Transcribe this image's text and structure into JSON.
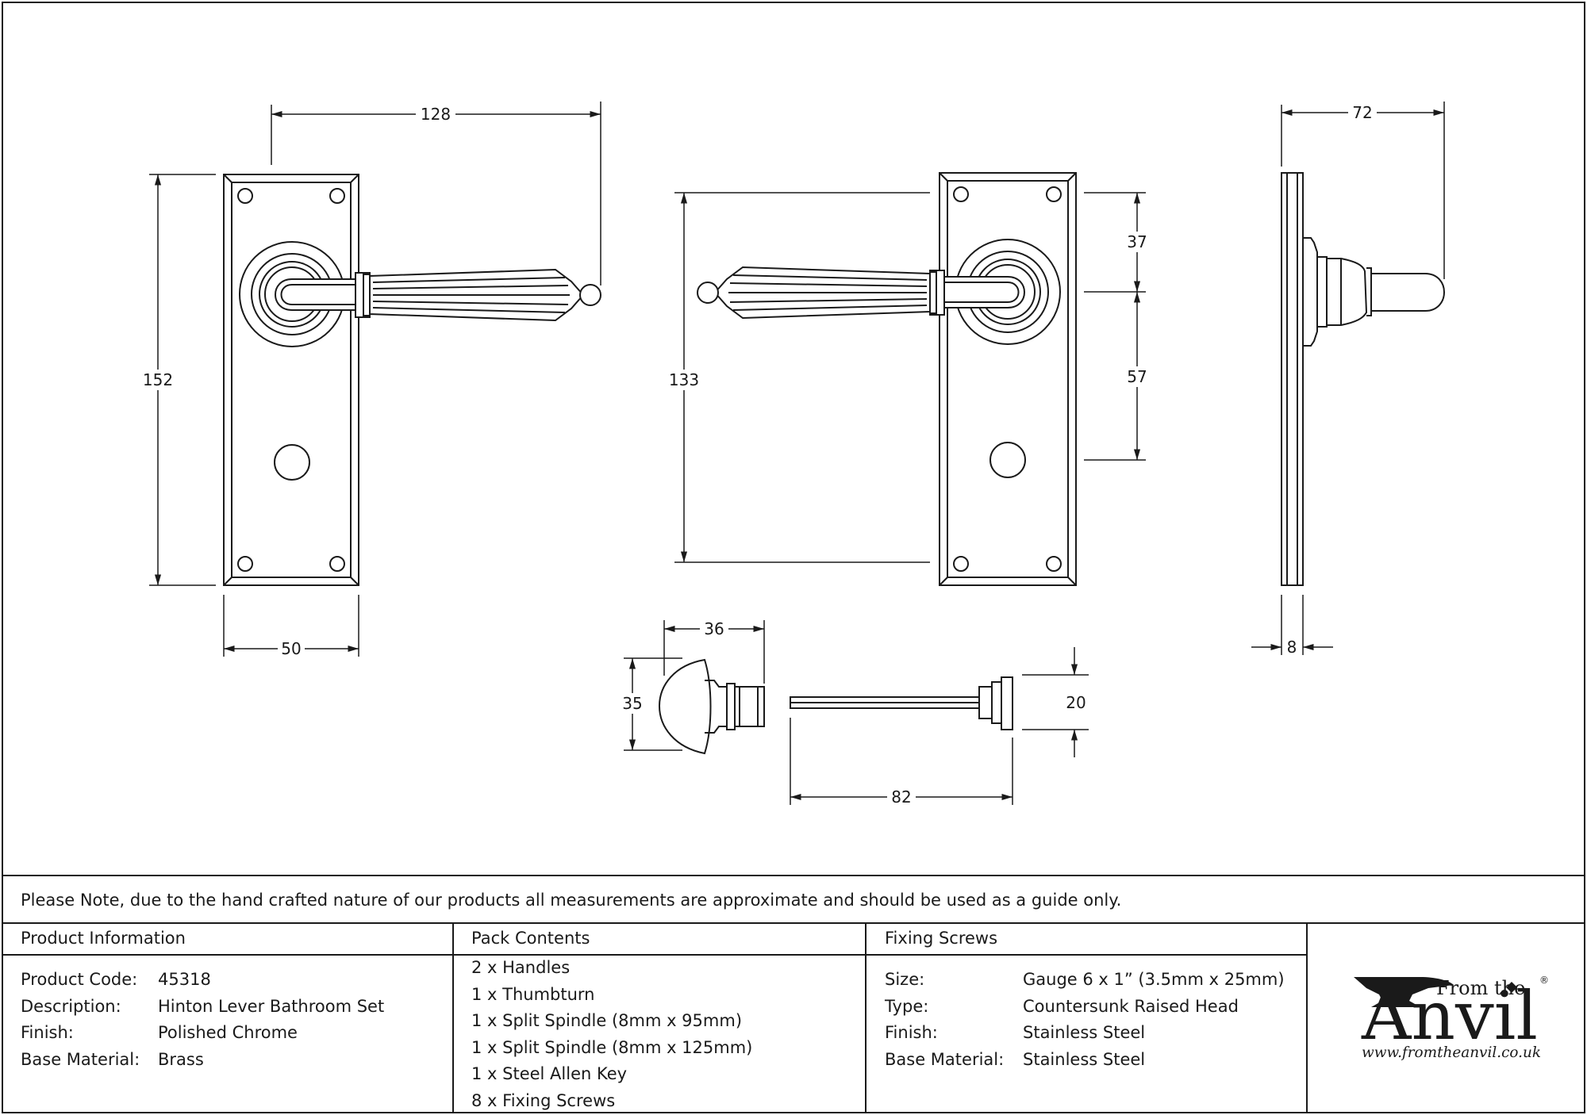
{
  "dimensions": {
    "width_128": "128",
    "height_152": "152",
    "width_50": "50",
    "height_133": "133",
    "height_37": "37",
    "height_57": "57",
    "width_72": "72",
    "depth_8": "8",
    "width_36": "36",
    "height_35": "35",
    "height_20": "20",
    "length_82": "82"
  },
  "note": "Please Note, due to the hand crafted nature of our products all measurements are approximate and should be used as a guide only.",
  "product_information": {
    "header": "Product Information",
    "rows": [
      {
        "label": "Product Code:",
        "value": "45318"
      },
      {
        "label": "Description:",
        "value": "Hinton Lever Bathroom Set"
      },
      {
        "label": "Finish:",
        "value": "Polished Chrome"
      },
      {
        "label": "Base Material:",
        "value": "Brass"
      }
    ]
  },
  "pack_contents": {
    "header": "Pack Contents",
    "items": [
      "2 x Handles",
      "1 x Thumbturn",
      "1 x Split Spindle (8mm x 95mm)",
      "1 x Split Spindle (8mm x 125mm)",
      "1 x Steel Allen Key",
      "8 x Fixing Screws"
    ]
  },
  "fixing_screws": {
    "header": "Fixing Screws",
    "rows": [
      {
        "label": "Size:",
        "value": "Gauge 6 x 1” (3.5mm x 25mm)"
      },
      {
        "label": "Type:",
        "value": "Countersunk Raised Head"
      },
      {
        "label": "Finish:",
        "value": "Stainless Steel"
      },
      {
        "label": "Base Material:",
        "value": "Stainless Steel"
      }
    ]
  },
  "logo": {
    "from_the": "From the",
    "anvil": "Anvil",
    "registered": "®",
    "url": "www.fromtheanvil.co.uk"
  }
}
